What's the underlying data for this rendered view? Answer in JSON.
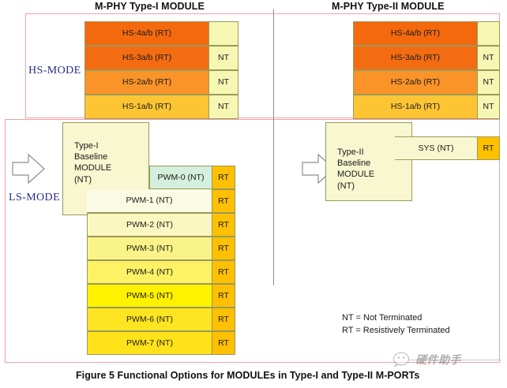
{
  "titles": {
    "left": "M-PHY Type-I MODULE",
    "right": "M-PHY Type-II MODULE"
  },
  "modes": {
    "hs": "HS-MODE",
    "ls": "LS-MODE"
  },
  "colors": {
    "frame_border": "#f3a0a8",
    "cell_border": "#9a9a5a",
    "divider": "#8d8d8d",
    "mode_label": "#2c2c8c",
    "rt_cell": "#ffc000",
    "nt_cell": "#f7f7b4",
    "pwm0": "#d4efdc",
    "module_fill": "#f8f7d0"
  },
  "hs_mode": {
    "type1_lanes": [
      {
        "label": "HS-4a/b (RT)",
        "term": "",
        "fill": "#f4690d",
        "term_fill": "#f7f7b4"
      },
      {
        "label": "HS-3a/b (RT)",
        "term": "NT",
        "fill": "#f36c12",
        "term_fill": "#f7f7b4"
      },
      {
        "label": "HS-2a/b (RT)",
        "term": "NT",
        "fill": "#fa9328",
        "term_fill": "#f7f7b4"
      },
      {
        "label": "HS-1a/b (RT)",
        "term": "NT",
        "fill": "#fdc534",
        "term_fill": "#f7f7b4"
      }
    ],
    "type2_lanes": [
      {
        "label": "HS-4a/b (RT)",
        "term": "",
        "fill": "#f4690d",
        "term_fill": "#f7f7b4"
      },
      {
        "label": "HS-3a/b (RT)",
        "term": "NT",
        "fill": "#f36c12",
        "term_fill": "#f7f7b4"
      },
      {
        "label": "HS-2a/b (RT)",
        "term": "NT",
        "fill": "#fa9328",
        "term_fill": "#f7f7b4"
      },
      {
        "label": "HS-1a/b (RT)",
        "term": "NT",
        "fill": "#fdc534",
        "term_fill": "#f7f7b4"
      }
    ]
  },
  "ls_mode": {
    "type1_module": "Type-I\nBaseline\nMODULE\n(NT)",
    "type2_module": "Type-II\nBaseline\nMODULE\n(NT)",
    "type1_lanes": [
      {
        "label": "PWM-0 (NT)",
        "term": "RT",
        "fill": "#d4efdc",
        "term_fill": "#ffc000"
      },
      {
        "label": "PWM-1 (NT)",
        "term": "RT",
        "fill": "#fbfae2",
        "term_fill": "#ffc000"
      },
      {
        "label": "PWM-2 (NT)",
        "term": "RT",
        "fill": "#fbf7c0",
        "term_fill": "#ffc000"
      },
      {
        "label": "PWM-3 (NT)",
        "term": "RT",
        "fill": "#faf488",
        "term_fill": "#ffc000"
      },
      {
        "label": "PWM-4 (NT)",
        "term": "RT",
        "fill": "#fdf264",
        "term_fill": "#ffc000"
      },
      {
        "label": "PWM-5 (NT)",
        "term": "RT",
        "fill": "#fff200",
        "term_fill": "#ffc000"
      },
      {
        "label": "PWM-6 (NT)",
        "term": "RT",
        "fill": "#ffe521",
        "term_fill": "#ffc000"
      },
      {
        "label": "PWM-7 (NT)",
        "term": "RT",
        "fill": "#ffe21a",
        "term_fill": "#ffc000"
      }
    ],
    "type2_lanes": [
      {
        "label": "SYS (NT)",
        "term": "RT",
        "fill": "#f8f7d0",
        "term_fill": "#ffc000"
      }
    ]
  },
  "legend": {
    "line1": "NT = Not Terminated",
    "line2": "RT = Resistively Terminated"
  },
  "caption": "Figure 5   Functional Options for MODULEs in Type-I and Type-II M-PORTs",
  "watermark": {
    "text": "硬件助手"
  }
}
